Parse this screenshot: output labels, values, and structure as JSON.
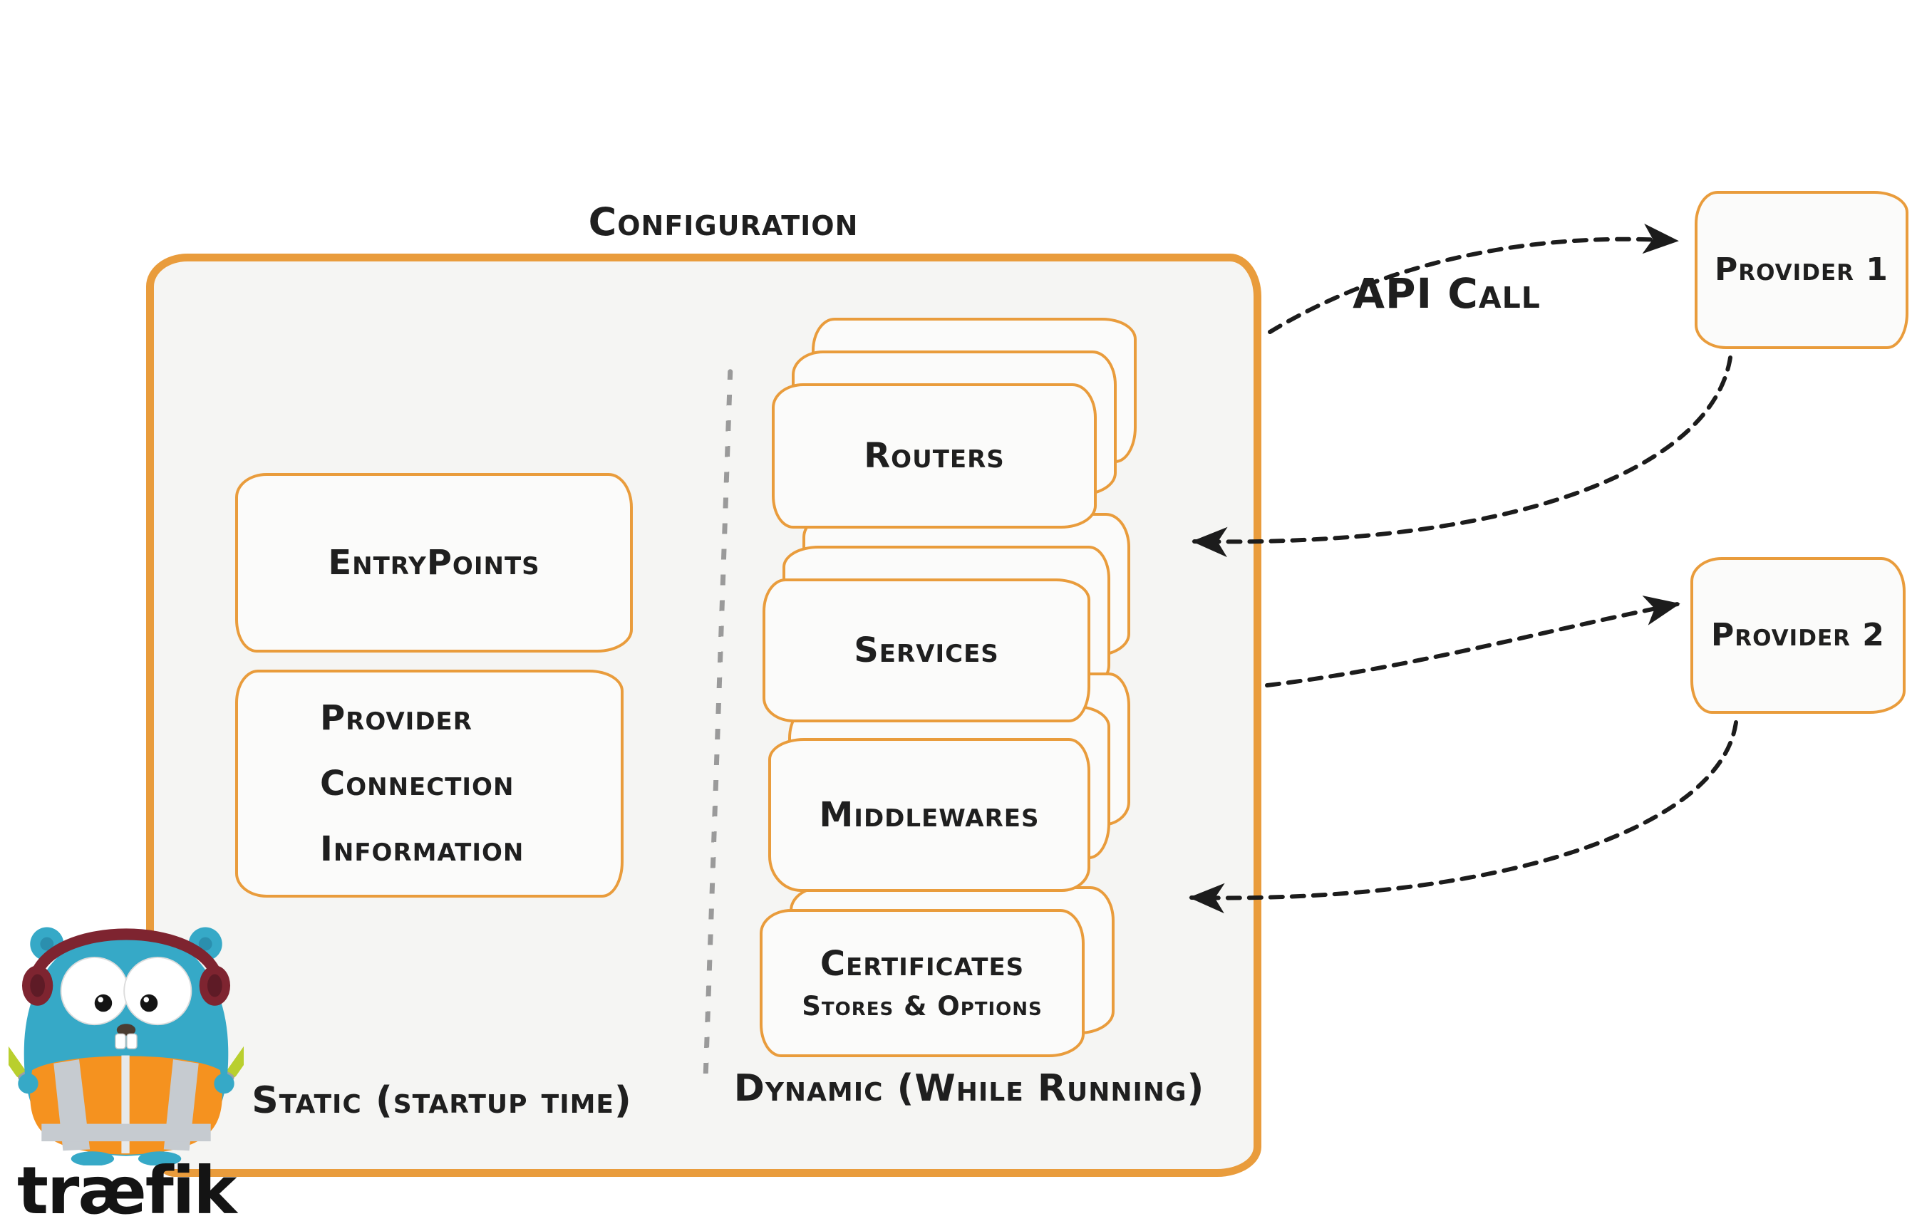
{
  "diagram": {
    "title": "Configuration",
    "api_call_label": "API Call",
    "static": {
      "label": "Static (startup time)",
      "boxes": [
        "EntryPoints",
        "Provider Connection Information"
      ]
    },
    "dynamic": {
      "label": "Dynamic (While Running)",
      "boxes": [
        "Routers",
        "Services",
        "Middlewares",
        "Certificates"
      ],
      "certificates_sublabel": "Stores & Options"
    },
    "providers": [
      "Provider 1",
      "Provider 2"
    ],
    "logo_wordmark": "træfik",
    "icons": {
      "logo": "traefik-gopher-mascot"
    },
    "colors": {
      "orange": "#E99C3C",
      "container_fill": "#F5F5F3",
      "card_fill": "#FBFBFA",
      "arrow_black": "#1C1C1C",
      "divider_gray": "#9A9A9A",
      "gopher_teal": "#36A9C7",
      "vest_orange": "#F5921F",
      "headphones_maroon": "#7E2430",
      "glowstick_green": "#B9CF2E"
    }
  }
}
